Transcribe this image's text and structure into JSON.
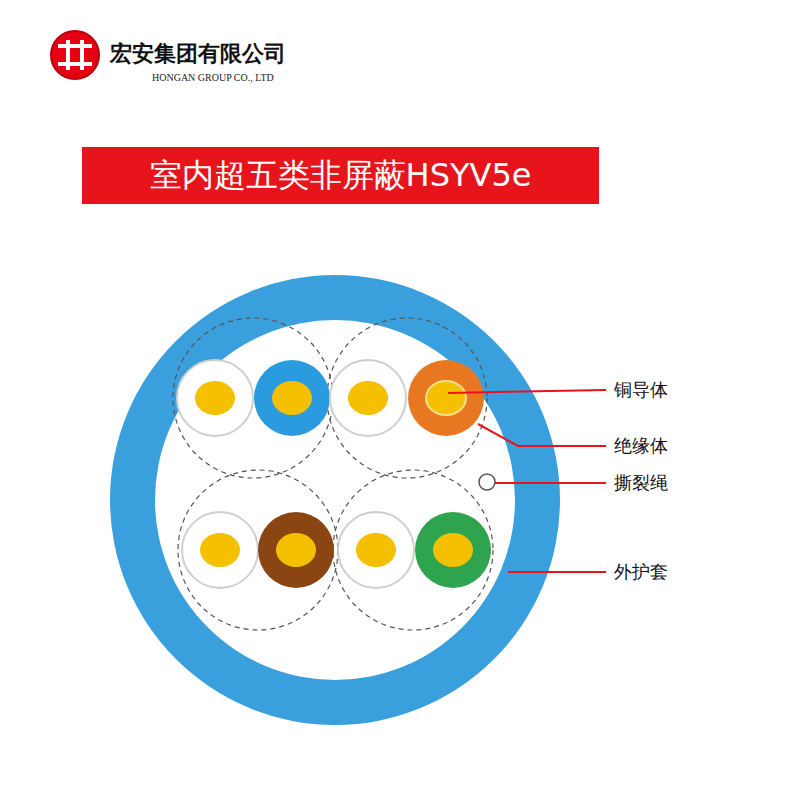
{
  "diagram": {
    "title": "室内超五类非屏蔽HSYV5e",
    "labels": [
      "宏安集团有限公司",
      "HONGAN GROUP CO., LTD",
      "铜导体",
      "绝缘体",
      "撕裂绳",
      "外护套"
    ]
  }
}
